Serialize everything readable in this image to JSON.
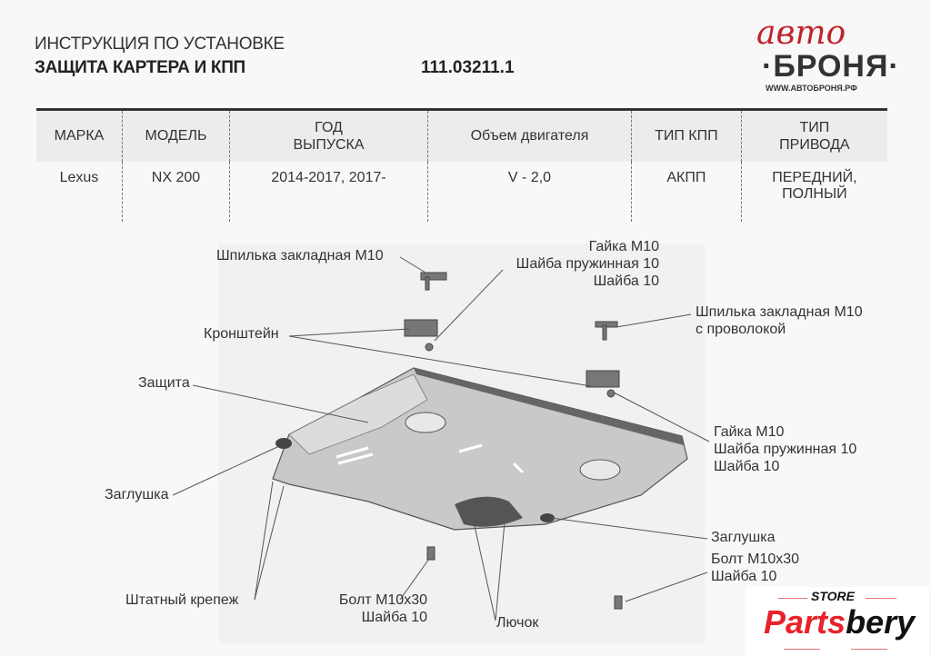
{
  "header": {
    "line1": "ИНСТРУКЦИЯ ПО УСТАНОВКЕ",
    "line2": "ЗАЩИТА КАРТЕРА И КПП",
    "code": "111.03211.1"
  },
  "logo": {
    "top": "авто",
    "main": "·БРОНЯ·",
    "url": "WWW.АВТОБРОНЯ.РФ"
  },
  "table": {
    "headers": [
      [
        "МАРКА"
      ],
      [
        "МОДЕЛЬ"
      ],
      [
        "ГОД",
        "ВЫПУСКА"
      ],
      [
        "Объем двигателя"
      ],
      [
        "ТИП КПП"
      ],
      [
        "ТИП",
        "ПРИВОДА"
      ]
    ],
    "row": [
      [
        "Lexus"
      ],
      [
        "NX 200"
      ],
      [
        "2014-2017, 2017-"
      ],
      [
        "V - 2,0"
      ],
      [
        "АКПП"
      ],
      [
        "ПЕРЕДНИЙ,",
        "ПОЛНЫЙ"
      ]
    ]
  },
  "labels": {
    "stud_top": "Шпилька закладная М10",
    "nut_top": [
      "Гайка М10",
      "Шайба пружинная 10",
      "Шайба 10"
    ],
    "stud_wire": [
      "Шпилька закладная М10",
      "с проволокой"
    ],
    "bracket": "Кронштейн",
    "shield": "Защита",
    "nut_right": [
      "Гайка М10",
      "Шайба пружинная 10",
      "Шайба 10"
    ],
    "plug_left": "Заглушка",
    "plug_right": "Заглушка",
    "bolt_right": [
      "Болт М10х30",
      "Шайба 10"
    ],
    "standard_fastener": "Штатный крепеж",
    "bolt_bottom": [
      "Болт М10х30",
      "Шайба 10"
    ],
    "hatch": "Лючок"
  },
  "watermark": {
    "store": "STORE",
    "parts": "Parts",
    "bery": "bery"
  }
}
